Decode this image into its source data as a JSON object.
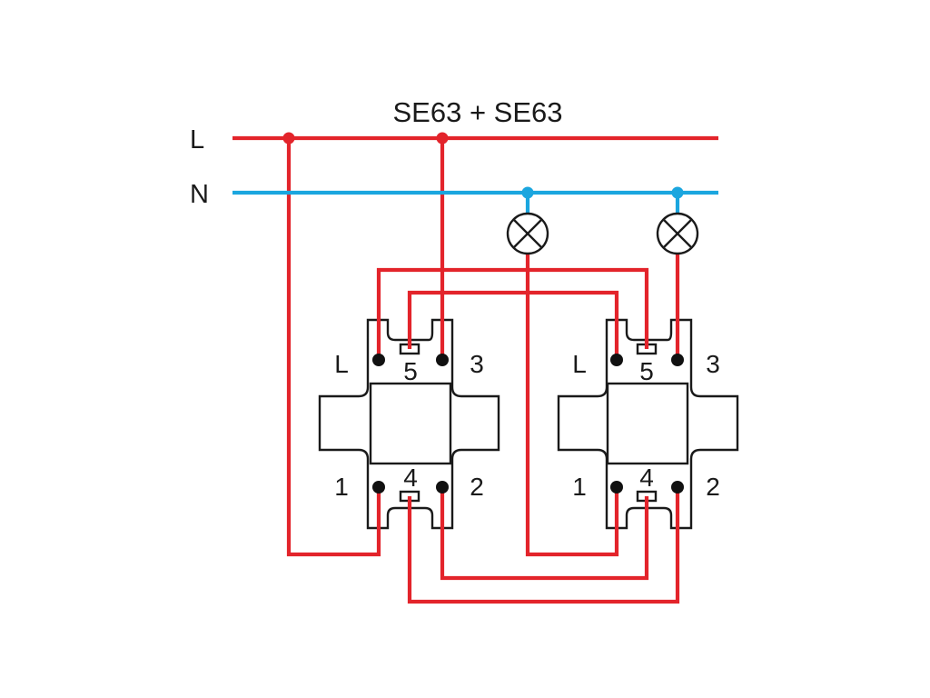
{
  "title": "SE63 + SE63",
  "bus": {
    "live_label": "L",
    "neutral_label": "N"
  },
  "colors": {
    "live_wire": "#e3242b",
    "neutral_wire": "#1ba6df",
    "outline": "#1a1a1a",
    "background": "#ffffff"
  },
  "switches": [
    {
      "terminals": {
        "L": "L",
        "t5": "5",
        "t3": "3",
        "t1": "1",
        "t4": "4",
        "t2": "2"
      }
    },
    {
      "terminals": {
        "L": "L",
        "t5": "5",
        "t3": "3",
        "t1": "1",
        "t4": "4",
        "t2": "2"
      }
    }
  ],
  "lamps": [
    {
      "icon": "lamp-icon"
    },
    {
      "icon": "lamp-icon"
    }
  ]
}
